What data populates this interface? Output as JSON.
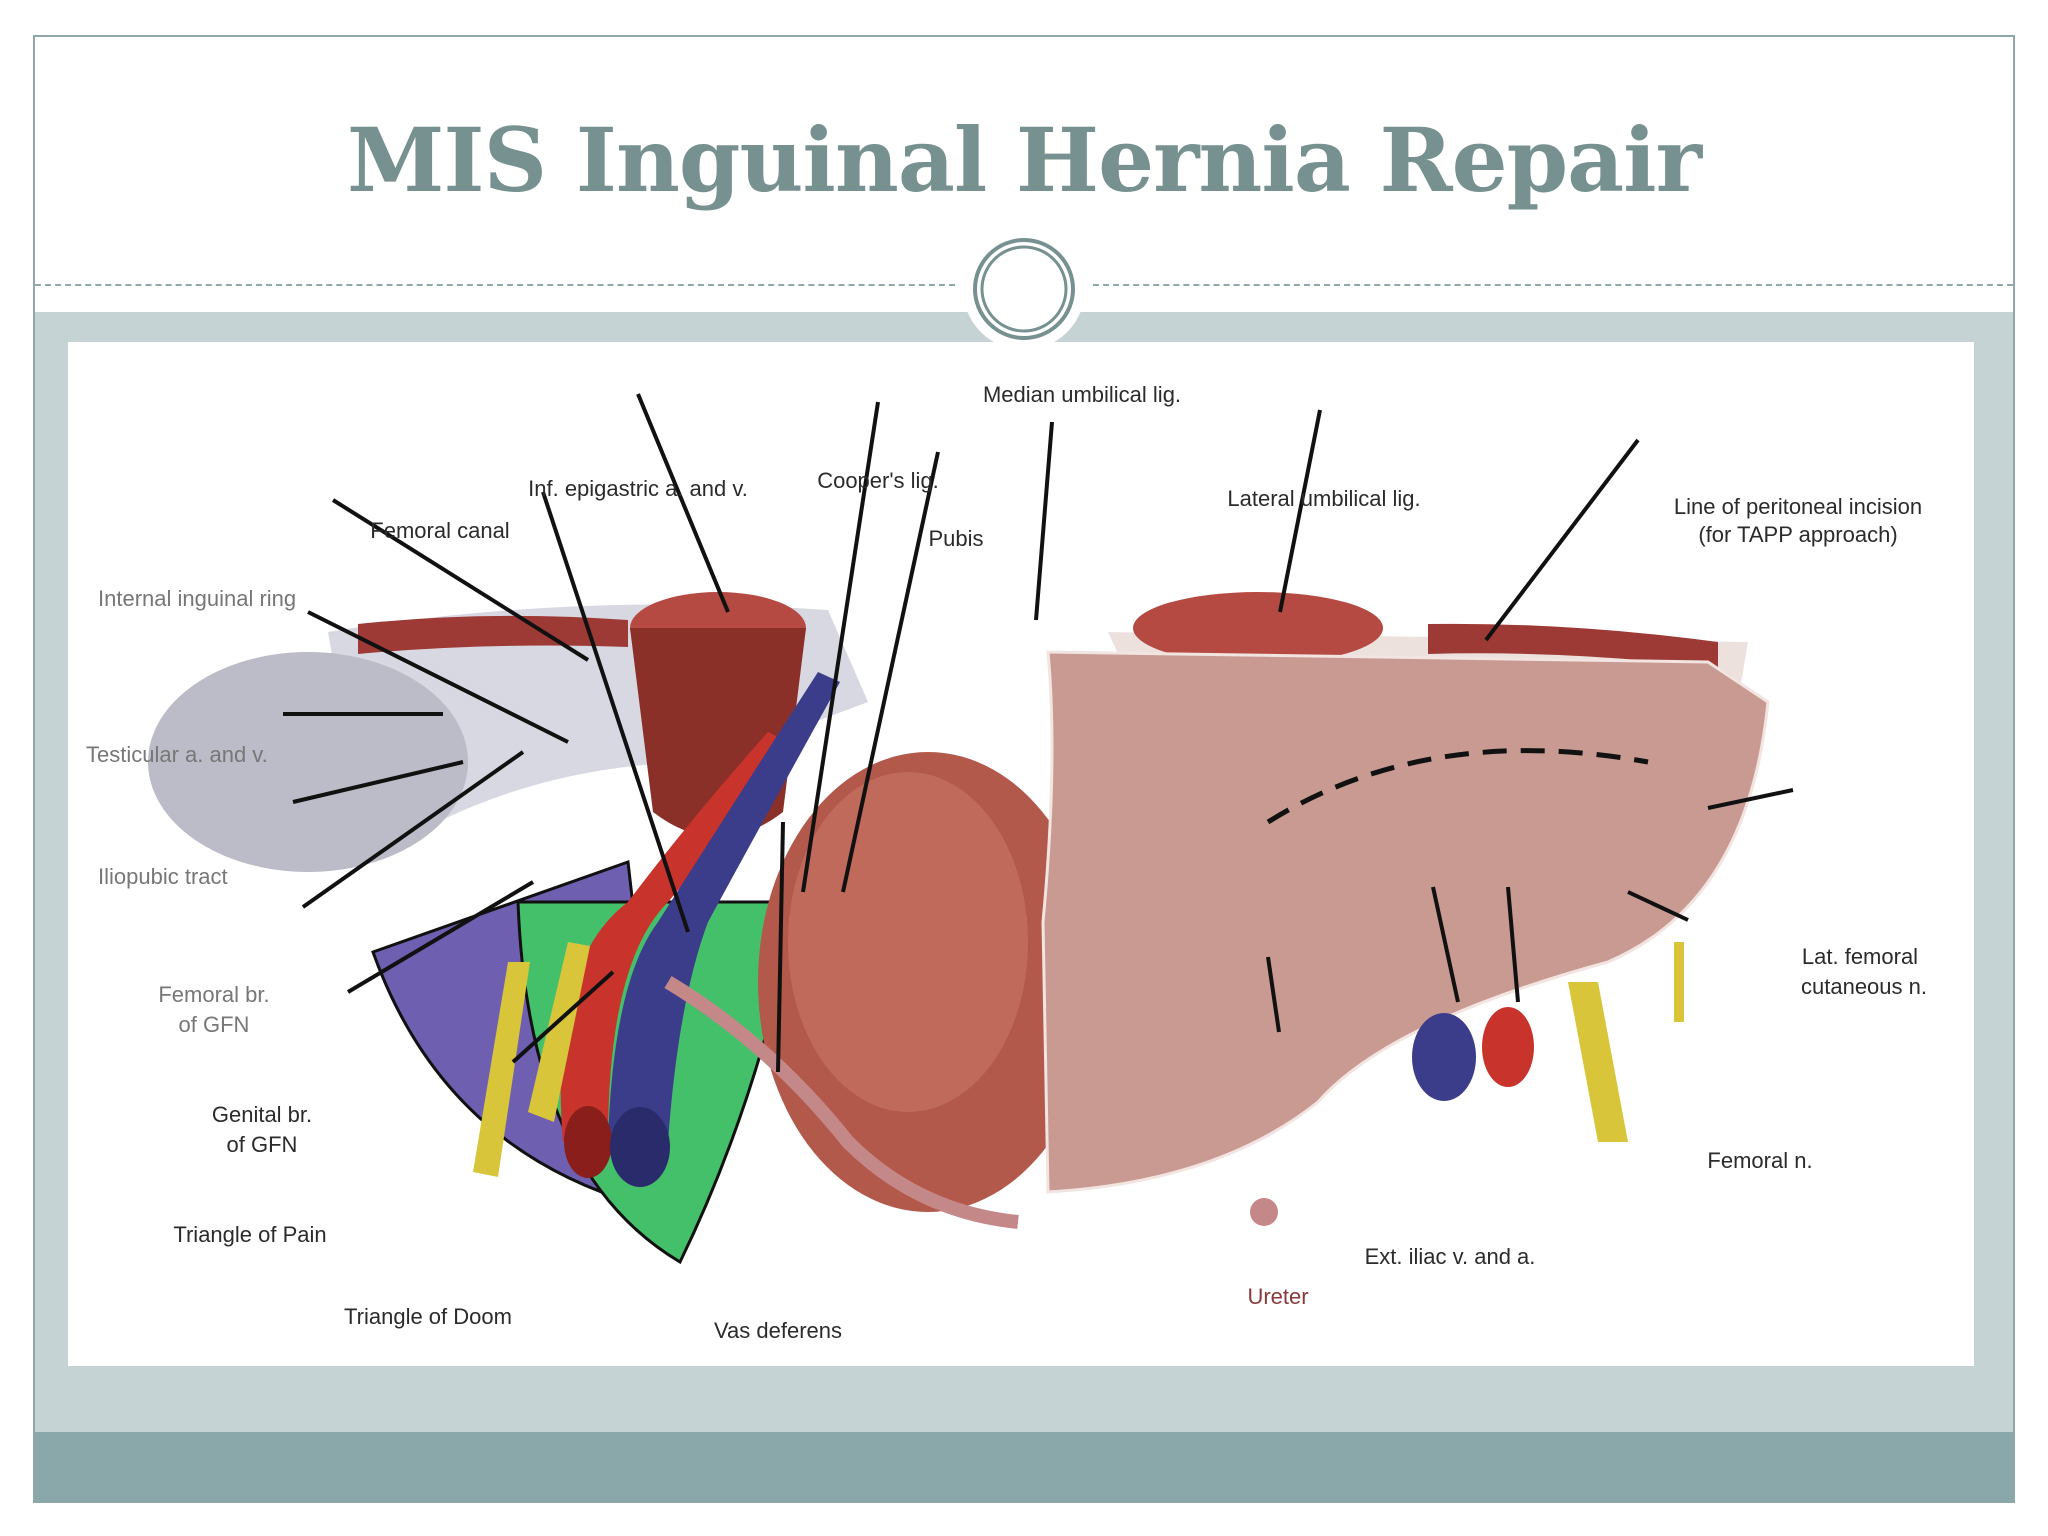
{
  "slide": {
    "title": "MIS Inguinal Hernia Repair"
  },
  "diagram": {
    "labels": {
      "median_umbilical_lig": "Median umbilical lig.",
      "inf_epigastric": "Inf. epigastric a. and v.",
      "coopers_lig": "Cooper's lig.",
      "femoral_canal": "Femoral canal",
      "pubis": "Pubis",
      "lateral_umbilical_lig": "Lateral umbilical lig.",
      "peritoneal_incision_1": "Line of peritoneal incision",
      "peritoneal_incision_2": "(for TAPP approach)",
      "internal_inguinal_ring": "Internal inguinal ring",
      "testicular": "Testicular a. and v.",
      "iliopubic_tract": "Iliopubic tract",
      "femoral_br_1": "Femoral br.",
      "femoral_br_2": "of GFN",
      "genital_br_1": "Genital br.",
      "genital_br_2": "of GFN",
      "triangle_pain": "Triangle of Pain",
      "triangle_doom": "Triangle of Doom",
      "vas_deferens": "Vas deferens",
      "ureter": "Ureter",
      "ext_iliac": "Ext. iliac v. and a.",
      "femoral_n": "Femoral n.",
      "lat_femoral_1": "Lat. femoral",
      "lat_femoral_2": "cutaneous n."
    }
  },
  "colors": {
    "title": "#76918f",
    "band": "#c5d3d5",
    "footer": "#8aa8aa",
    "muscle": "#a8443d",
    "peritoneum": "#c89a92",
    "artery": "#c8342c",
    "vein": "#3b3c8a",
    "nerve": "#d8c53a",
    "triangle_pain": "#6f5fb0",
    "triangle_doom": "#45c06a"
  }
}
